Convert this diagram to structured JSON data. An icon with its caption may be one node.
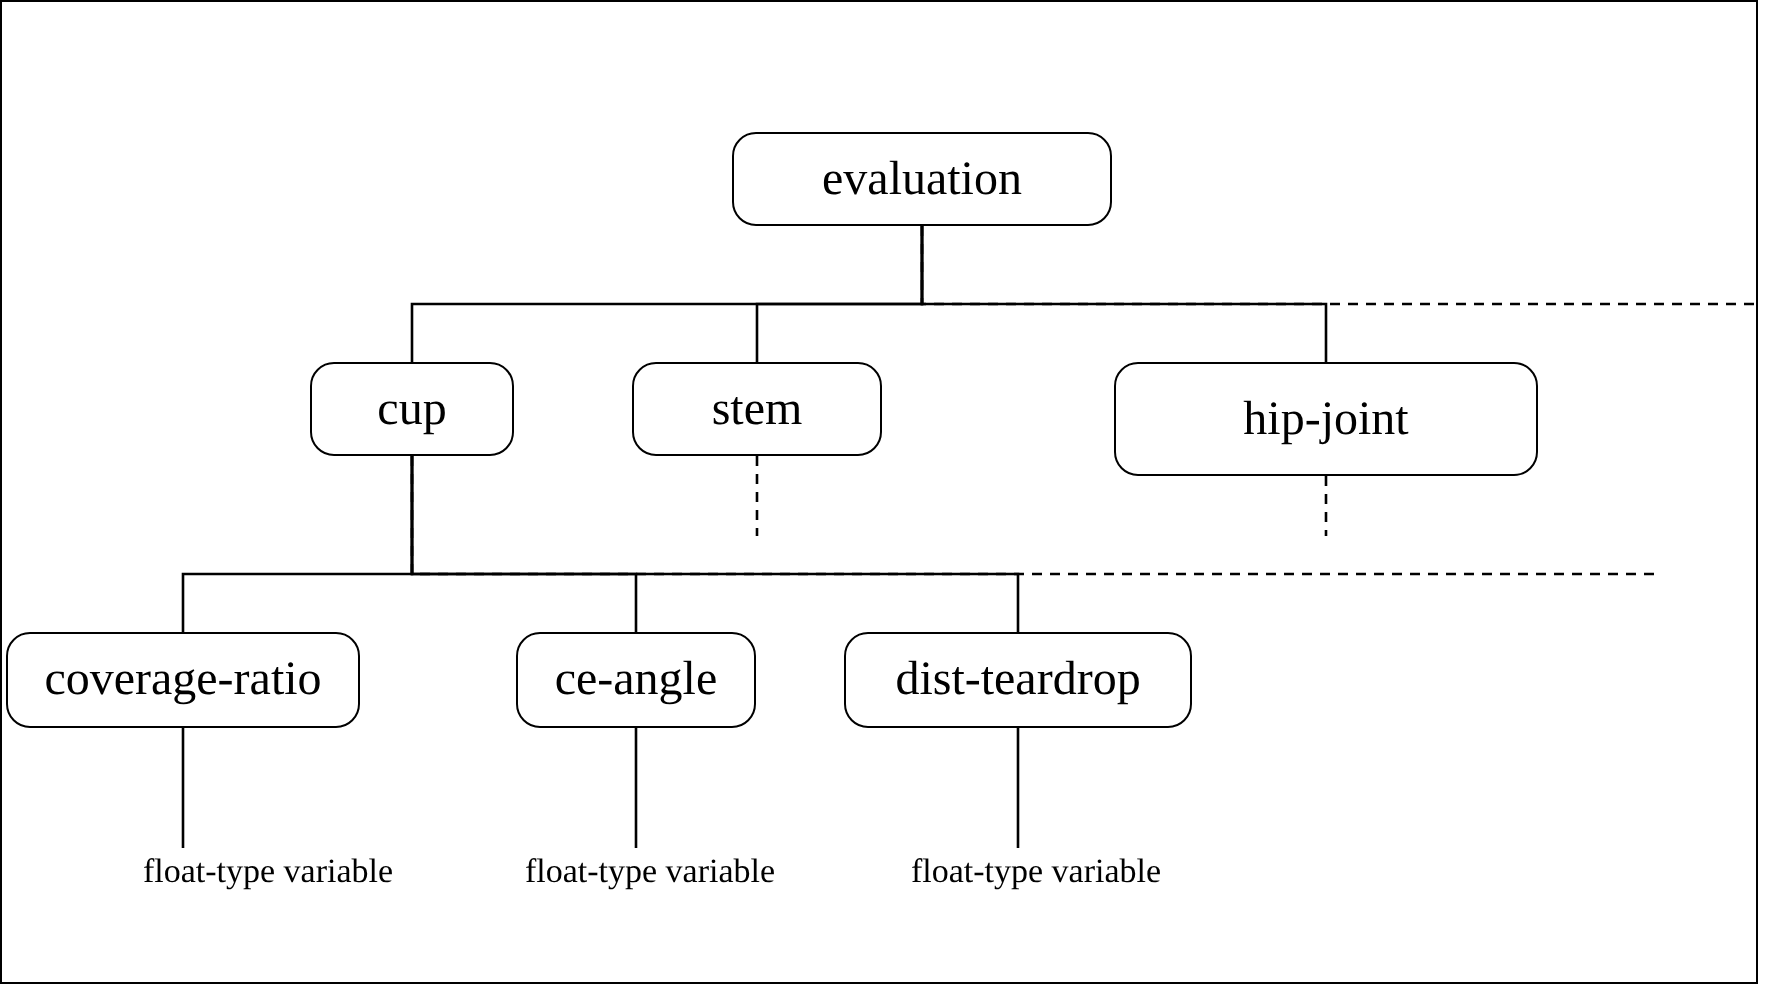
{
  "diagram": {
    "nodes": [
      {
        "text": [
          "evaluation"
        ]
      },
      {
        "text": [
          "cup"
        ]
      },
      {
        "text": [
          "stem"
        ]
      },
      {
        "text": [
          "hip-joint"
        ]
      },
      {
        "text": [
          "coverage-ratio"
        ]
      },
      {
        "text": [
          "ce-angle"
        ]
      },
      {
        "text": [
          "dist-teardrop"
        ]
      },
      {
        "text": [
          "float-type variable"
        ]
      },
      {
        "text": [
          "float-type variable"
        ]
      },
      {
        "text": [
          "float-type variable"
        ]
      }
    ],
    "edges": [
      {
        "from": 0,
        "to": 1,
        "arrow": "none"
      },
      {
        "from": 0,
        "to": 2,
        "arrow": "none"
      },
      {
        "from": 0,
        "to": 3,
        "arrow": "none"
      },
      {
        "from": 0,
        "to": null,
        "arrow": "none",
        "style": "dashed"
      },
      {
        "from": 2,
        "to": null,
        "arrow": "none",
        "style": "dashed"
      },
      {
        "from": 3,
        "to": null,
        "arrow": "none",
        "style": "dashed"
      },
      {
        "from": 1,
        "to": 4,
        "arrow": "none"
      },
      {
        "from": 1,
        "to": 5,
        "arrow": "none"
      },
      {
        "from": 1,
        "to": 6,
        "arrow": "none"
      },
      {
        "from": 1,
        "to": null,
        "arrow": "none",
        "style": "dashed"
      },
      {
        "from": 4,
        "to": 7,
        "arrow": "none"
      },
      {
        "from": 5,
        "to": 8,
        "arrow": "none"
      },
      {
        "from": 6,
        "to": 9,
        "arrow": "none"
      }
    ]
  }
}
